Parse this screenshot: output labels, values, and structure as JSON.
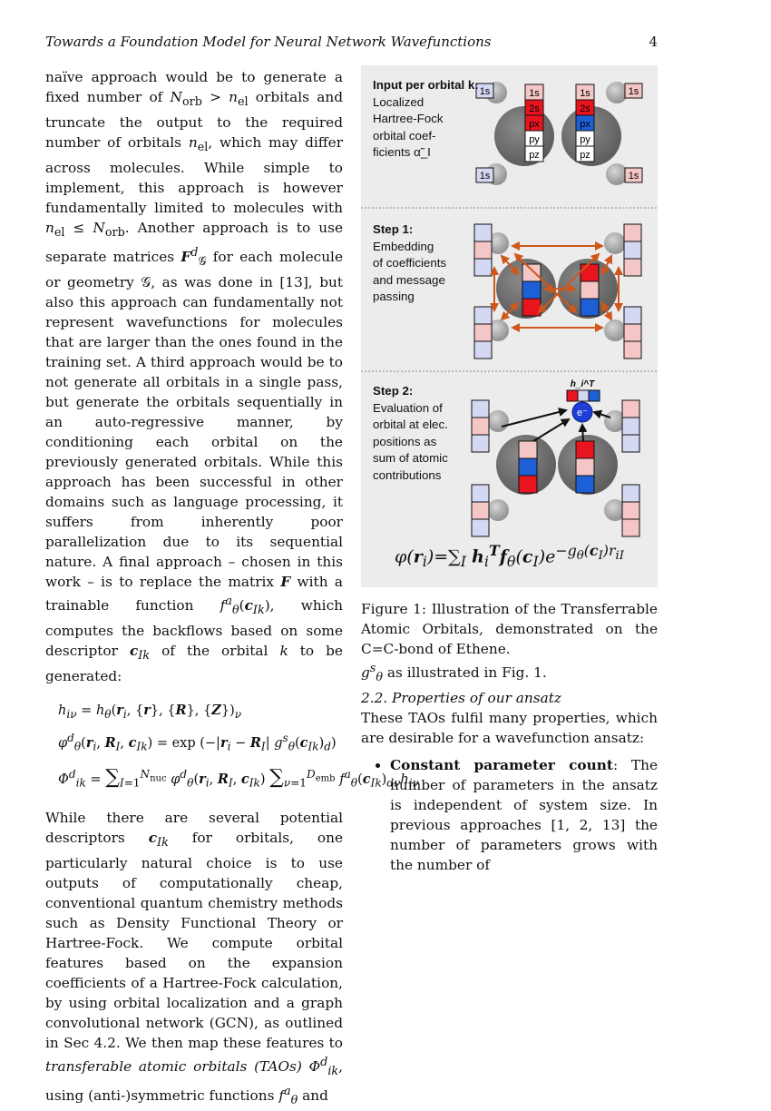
{
  "header": {
    "title": "Towards a Foundation Model for Neural Network Wavefunctions",
    "page_number": "4"
  },
  "left_column": {
    "para1": "naïve approach would be to generate a fixed number of N_orb > n_el orbitals and truncate the output to the required number of orbitals n_el, which may differ across molecules. While simple to implement, this approach is however fundamentally limited to molecules with n_el ≤ N_orb. Another approach is to use separate matrices F^d_G for each molecule or geometry G, as was done in [13], but also this approach can fundamentally not represent wavefunctions for molecules that are larger than the ones found in the training set. A third approach would be to not generate all orbitals in a single pass, but generate the orbitals sequentially in an auto-regressive manner, by conditioning each orbital on the previously generated orbitals. While this approach has been successful in other domains such as language processing, it suffers from inherently poor parallelization due to its sequential nature. A final approach – chosen in this work – is to replace the matrix F with a trainable function f^a_θ(c_Ik), which computes the backflows based on some descriptor c_Ik of the orbital k to be generated:",
    "eq1": "h_iν = h_θ(r_i, {r}, {R}, {Z})_ν",
    "eq2": "φ^d_θ(r_i, R_I, c_Ik) = exp(−|r_i − R_I| g^s_θ(c_Ik)_d)",
    "eq3": "Φ^d_ik = Σ_{I=1}^{N_nuc} φ^d_θ(r_i, R_I, c_Ik) Σ_{ν=1}^{D_emb} f^a_θ(c_Ik)_dν h_iν",
    "para2": "While there are several potential descriptors c_Ik for orbitals, one particularly natural choice is to use outputs of computationally cheap, conventional quantum chemistry methods such as Density Functional Theory or Hartree-Fock. We compute orbital features based on the expansion coefficients of a Hartree-Fock calculation, by using orbital localization and a graph convolutional network (GCN), as outlined in Sec 4.2. We then map these features to transferable atomic orbitals (TAOs) Φ^d_ik, using (anti-)symmetric functions f^a_θ and"
  },
  "figure": {
    "input_title": "Input per orbital k:",
    "input_lines": [
      "Localized",
      "Hartree-Fock",
      "orbital coef-",
      "ficients α̃_I"
    ],
    "step1_title": "Step 1:",
    "step1_lines": [
      "Embedding",
      "of coefficients",
      "and message",
      "passing"
    ],
    "step2_title": "Step 2:",
    "step2_lines": [
      "Evaluation of",
      "orbital at elec.",
      "positions as",
      "sum of atomic",
      "contributions"
    ],
    "orbital_labels": [
      "1s",
      "2s",
      "px",
      "py",
      "pz"
    ],
    "h_label": "h_i^T",
    "electron_label": "e⁻",
    "formula": "φ(r_i)=Σ_I h_i^T f_θ(c_I) e^{−g_θ(c_I) r_iI}",
    "caption": "Figure 1: Illustration of the Transferrable Atomic Orbitals, demonstrated on the C=C-bond of Ethene."
  },
  "right_column": {
    "line1": "g^s_θ as illustrated in Fig. 1.",
    "section": "2.2. Properties of our ansatz",
    "para": "These TAOs fulfil many properties, which are desirable for a wavefunction ansatz:",
    "bullet_term": "Constant parameter count",
    "bullet_text": "The number of parameters in the ansatz is independent of system size. In previous approaches [1, 2, 13] the number of parameters grows with the number of"
  },
  "colors": {
    "figure_bg": "#ececec",
    "red": "#e8141e",
    "pink": "#f4c6c6",
    "blue": "#1d5fd6",
    "lightblue": "#d4d8f2",
    "arrow": "#d0571b"
  }
}
